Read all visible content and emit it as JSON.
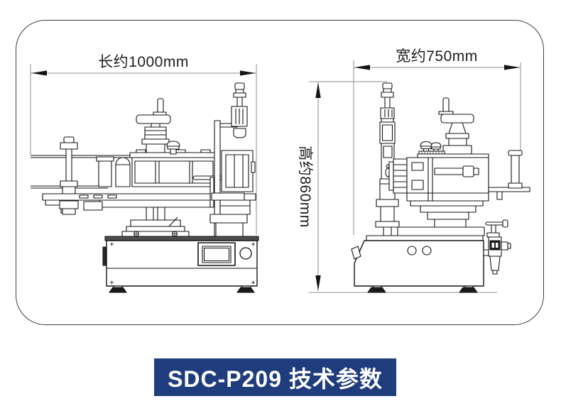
{
  "views": {
    "front": {
      "length_label": "长约1000mm"
    },
    "side": {
      "width_label": "宽约750mm",
      "height_label": "高约860mm"
    }
  },
  "banner": {
    "title": "SDC-P209 技术参数"
  },
  "colors": {
    "banner_background": "#1f3c7c",
    "banner_text": "#ffffff",
    "drawing_line": "#141414",
    "dimension_line": "#8f8f8f",
    "card_border": "#3f3f3f"
  }
}
